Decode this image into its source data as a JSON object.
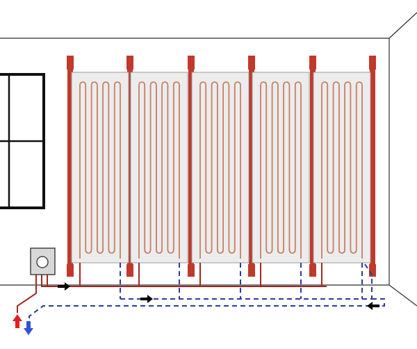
{
  "diagram": {
    "type": "wall-heating-schematic",
    "colors": {
      "background": "#ffffff",
      "wall_line": "#2b2b2b",
      "window_frame": "#111111",
      "post": "#c0392b",
      "panel_fill": "#ececec",
      "panel_border": "#9a9a9a",
      "heating_pipe": "#b5502a",
      "supply_line": "#a0281e",
      "return_line": "#2a3aa0",
      "supply_arrow": "#e02020",
      "return_arrow": "#3050e0",
      "flow_arrow": "#000000",
      "controller_fill": "#d8d8d8",
      "controller_border": "#444444"
    },
    "panels": [
      {
        "name": "panel-1",
        "loops": 4
      },
      {
        "name": "panel-2",
        "loops": 4
      },
      {
        "name": "panel-3",
        "loops": 4
      },
      {
        "name": "panel-4",
        "loops": 4
      },
      {
        "name": "panel-5",
        "loops": 4
      }
    ],
    "icons": {
      "controller": "circle-icon",
      "supply": "arrow-up-icon",
      "return": "arrow-down-icon",
      "flow": "arrow-right-icon",
      "flow_back": "arrow-left-icon"
    }
  }
}
